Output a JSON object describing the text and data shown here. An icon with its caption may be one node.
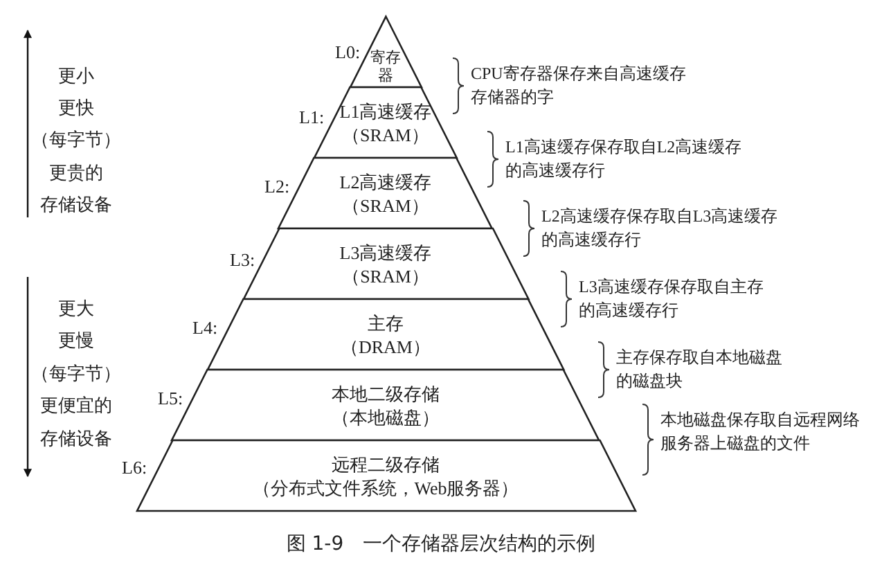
{
  "diagram": {
    "caption": "图 1-9　一个存储器层次结构的示例",
    "nodes": [
      {
        "text": [
          "寄存器"
        ],
        "beside": [
          "L0:"
        ]
      },
      {
        "text": [
          "L1高速缓存",
          "（SRAM）"
        ],
        "beside": [
          "L1:"
        ]
      },
      {
        "text": [
          "L2高速缓存",
          "（SRAM）"
        ],
        "beside": [
          "L2:"
        ]
      },
      {
        "text": [
          "L3高速缓存",
          "（SRAM）"
        ],
        "beside": [
          "L3:"
        ]
      },
      {
        "text": [
          "主存",
          "（DRAM）"
        ],
        "beside": [
          "L4:"
        ]
      },
      {
        "text": [
          "本地二级存储",
          "（本地磁盘）"
        ],
        "beside": [
          "L5:"
        ]
      },
      {
        "text": [
          "远程二级存储",
          "（分布式文件系统，Web服务器）"
        ],
        "beside": [
          "L6:"
        ]
      }
    ],
    "edges": [],
    "labels": [
      "更小",
      "更快",
      "（每字节）",
      "更贵的",
      "存储设备",
      "更大",
      "更慢",
      "（每字节）",
      "更便宜的",
      "存储设备",
      "CPU寄存器保存来自高速缓存存储器的字",
      "L1高速缓存保存取自L2高速缓存的高速缓存行",
      "L2高速缓存保存取自L3高速缓存的高速缓存行",
      "L3高速缓存保存取自主存的高速缓存行",
      "主存保存取自本地磁盘的磁盘块",
      "本地磁盘保存取自远程网络服务器上磁盘的文件"
    ]
  }
}
